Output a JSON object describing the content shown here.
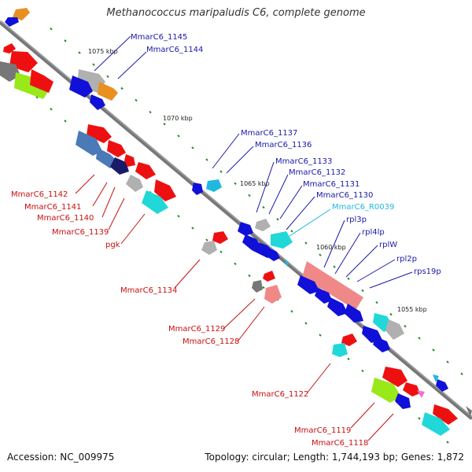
{
  "title": "Methanococcus maripaludis C6, complete genome",
  "footer": {
    "accession": "Accession: NC_009975",
    "summary": "Topology: circular; Length: 1,744,193 bp; Genes: 1,872"
  },
  "ticks": [
    "1075 kbp",
    "1070 kbp",
    "1065 kbp",
    "1060 kbp",
    "1055 kbp"
  ],
  "labels": {
    "blue": [
      "MmarC6_1145",
      "MmarC6_1144",
      "MmarC6_1137",
      "MmarC6_1136",
      "MmarC6_1133",
      "MmarC6_1132",
      "MmarC6_1131",
      "MmarC6_1130",
      "rpl3p",
      "rpl4lp",
      "rplW",
      "rpl2p",
      "rps19p"
    ],
    "cyan": [
      "MmarC6_R0039"
    ],
    "red": [
      "MmarC6_1142",
      "MmarC6_1141",
      "MmarC6_1140",
      "MmarC6_1139",
      "pgk",
      "MmarC6_1134",
      "MmarC6_1129",
      "MmarC6_1128",
      "MmarC6_1122",
      "MmarC6_1119",
      "MmarC6_1118"
    ]
  },
  "colors": {
    "blue_label": "#1a1aa8",
    "cyan_label": "#1fb8e0",
    "red_label": "#c81010",
    "backbone": "#6e6e6e",
    "ticks": "#2b8a2b"
  }
}
